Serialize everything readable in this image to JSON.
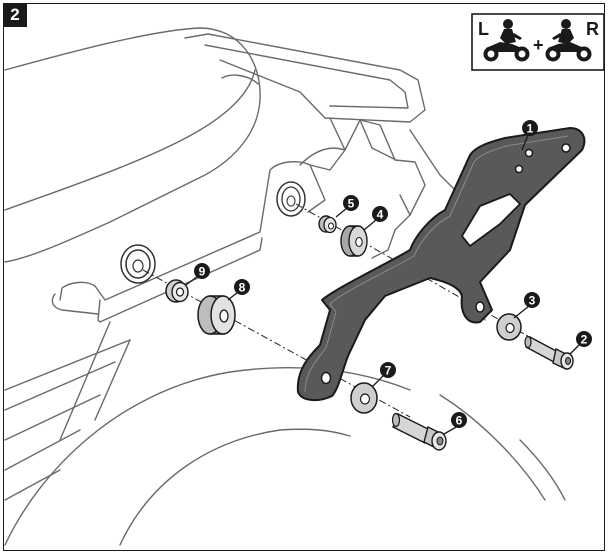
{
  "step": {
    "number": "2"
  },
  "side_indicator": {
    "left": "L",
    "plus": "+",
    "right": "R"
  },
  "callouts": [
    "1",
    "2",
    "3",
    "4",
    "5",
    "6",
    "7",
    "8",
    "9"
  ]
}
